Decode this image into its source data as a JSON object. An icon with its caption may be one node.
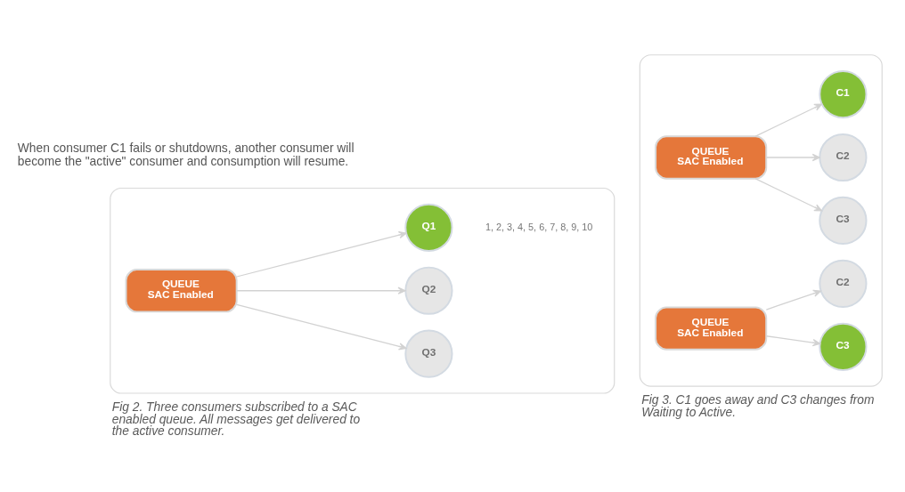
{
  "diagram": {
    "nodes": [
      {
        "text": [],
        "shape": "box",
        "beside": [
          "Fig 2. Three consumers subscribed to a SAC enabled queue. All messages get delivered to the active consumer."
        ]
      },
      {
        "text": [
          "QUEUE",
          "SAC Enabled"
        ],
        "in": 0
      },
      {
        "text": [
          "Q1"
        ],
        "in": 0,
        "beside": [
          "1, 2, 3, 4, 5, 6, 7, 8, 9, 10"
        ]
      },
      {
        "text": [
          "Q2"
        ],
        "in": 0
      },
      {
        "text": [
          "Q3"
        ],
        "in": 0
      },
      {
        "text": [],
        "shape": "box",
        "beside": [
          "Fig 3. C1 goes away and C3 changes from Waiting to Active."
        ]
      },
      {
        "text": [
          "QUEUE",
          "SAC Enabled"
        ],
        "in": 5
      },
      {
        "text": [
          "C1"
        ],
        "in": 5
      },
      {
        "text": [
          "C2"
        ],
        "in": 5
      },
      {
        "text": [
          "C3"
        ],
        "in": 5
      },
      {
        "text": [
          "QUEUE",
          "SAC Enabled"
        ],
        "in": 5
      },
      {
        "text": [
          "C2"
        ],
        "in": 5
      },
      {
        "text": [
          "C3"
        ],
        "in": 5
      }
    ],
    "edges": [
      {
        "from": 1,
        "to": 2,
        "arrow": "to"
      },
      {
        "from": 1,
        "to": 3,
        "arrow": "to"
      },
      {
        "from": 1,
        "to": 4,
        "arrow": "to"
      },
      {
        "from": 6,
        "to": 7,
        "arrow": "to"
      },
      {
        "from": 6,
        "to": 8,
        "arrow": "to"
      },
      {
        "from": 6,
        "to": 9,
        "arrow": "to"
      },
      {
        "from": 10,
        "to": 11,
        "arrow": "to"
      },
      {
        "from": 10,
        "to": 12,
        "arrow": "to"
      }
    ],
    "labels": [
      "When consumer C1 fails or shutdowns, another consumer will become the \"active\" consumer and consumption will resume."
    ]
  }
}
